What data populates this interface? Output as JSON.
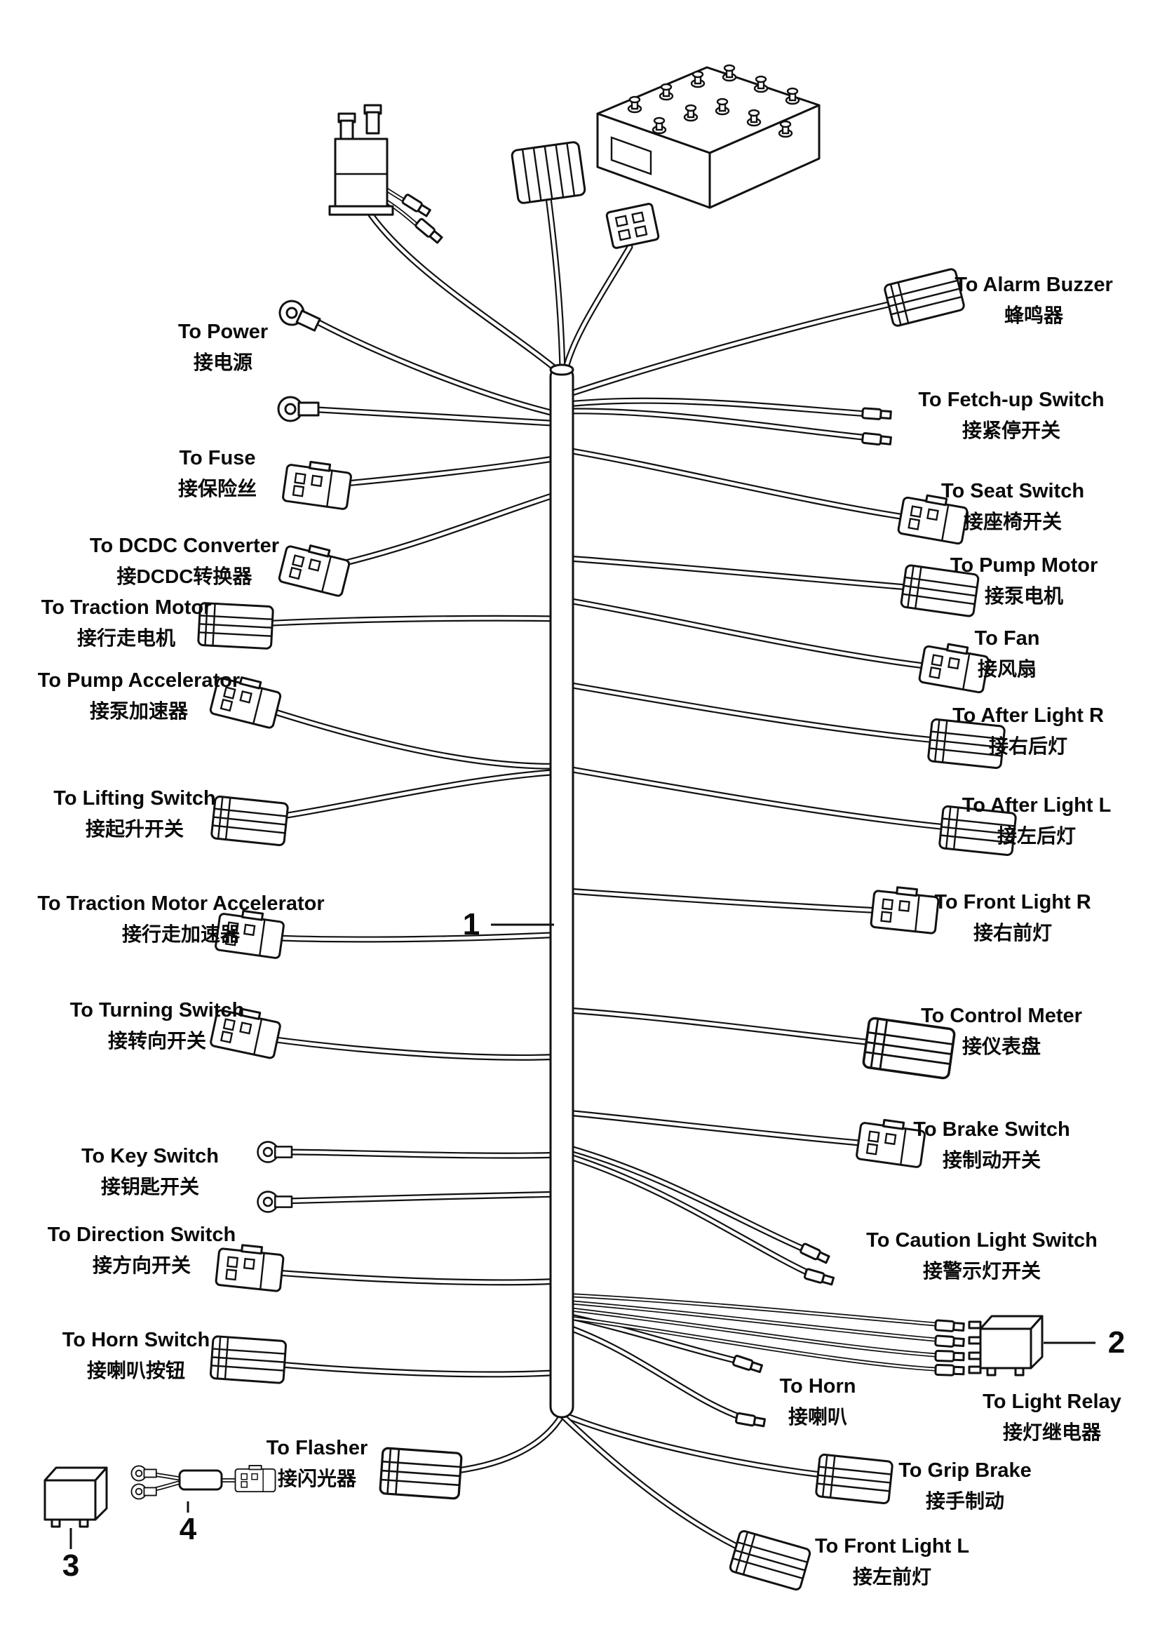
{
  "callouts": {
    "n1": "1",
    "n2": "2",
    "n3": "3",
    "n4": "4"
  },
  "branches_left": [
    {
      "en": "To Power",
      "zh": "接电源"
    },
    {
      "en": "To Fuse",
      "zh": "接保险丝"
    },
    {
      "en": "To DCDC Converter",
      "zh": "接DCDC转换器"
    },
    {
      "en": "To Traction Motor",
      "zh": "接行走电机"
    },
    {
      "en": "To Pump Accelerator",
      "zh": "接泵加速器"
    },
    {
      "en": "To Lifting Switch",
      "zh": "接起升开关"
    },
    {
      "en": "To Traction Motor  Accelerator",
      "zh": "接行走加速器"
    },
    {
      "en": "To Turning Switch",
      "zh": "接转向开关"
    },
    {
      "en": "To Key Switch",
      "zh": "接钥匙开关"
    },
    {
      "en": "To Direction Switch",
      "zh": "接方向开关"
    },
    {
      "en": "To Horn Switch",
      "zh": "接喇叭按钮"
    },
    {
      "en": "To Flasher",
      "zh": "接闪光器"
    }
  ],
  "branches_right": [
    {
      "en": "To Alarm Buzzer",
      "zh": "蜂鸣器"
    },
    {
      "en": "To Fetch-up Switch",
      "zh": "接紧停开关"
    },
    {
      "en": "To Seat Switch",
      "zh": "接座椅开关"
    },
    {
      "en": "To Pump Motor",
      "zh": "接泵电机"
    },
    {
      "en": "To Fan",
      "zh": "接风扇"
    },
    {
      "en": "To After Light R",
      "zh": "接右后灯"
    },
    {
      "en": "To After Light L",
      "zh": "接左后灯"
    },
    {
      "en": "To Front Light R",
      "zh": "接右前灯"
    },
    {
      "en": "To Control Meter",
      "zh": "接仪表盘"
    },
    {
      "en": "To Brake Switch",
      "zh": "接制动开关"
    },
    {
      "en": "To Caution Light Switch",
      "zh": "接警示灯开关"
    },
    {
      "en": "To Horn",
      "zh": "接喇叭"
    },
    {
      "en": "To Light Relay",
      "zh": "接灯继电器"
    },
    {
      "en": "To Grip Brake",
      "zh": "接手制动"
    },
    {
      "en": "To Front Light L",
      "zh": "接左前灯"
    }
  ]
}
